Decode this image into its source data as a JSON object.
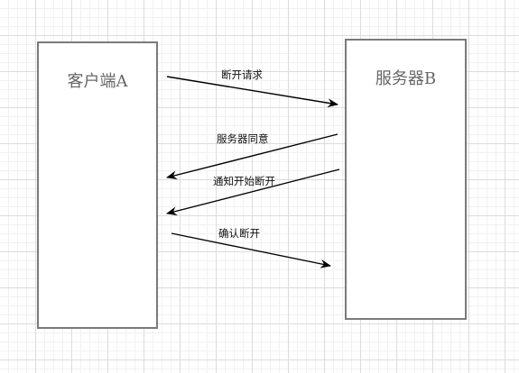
{
  "nodes": {
    "client": {
      "label": "客户端A"
    },
    "server": {
      "label": "服务器B"
    }
  },
  "messages": [
    {
      "label": "断开请求",
      "from": "client",
      "to": "server"
    },
    {
      "label": "服务器同意",
      "from": "server",
      "to": "client"
    },
    {
      "label": "通知开始断开",
      "from": "server",
      "to": "client"
    },
    {
      "label": "确认断开",
      "from": "client",
      "to": "server"
    }
  ],
  "colors": {
    "box_border": "#7a7a7a",
    "arrow": "#000000",
    "grid": "#dcdcdc"
  }
}
